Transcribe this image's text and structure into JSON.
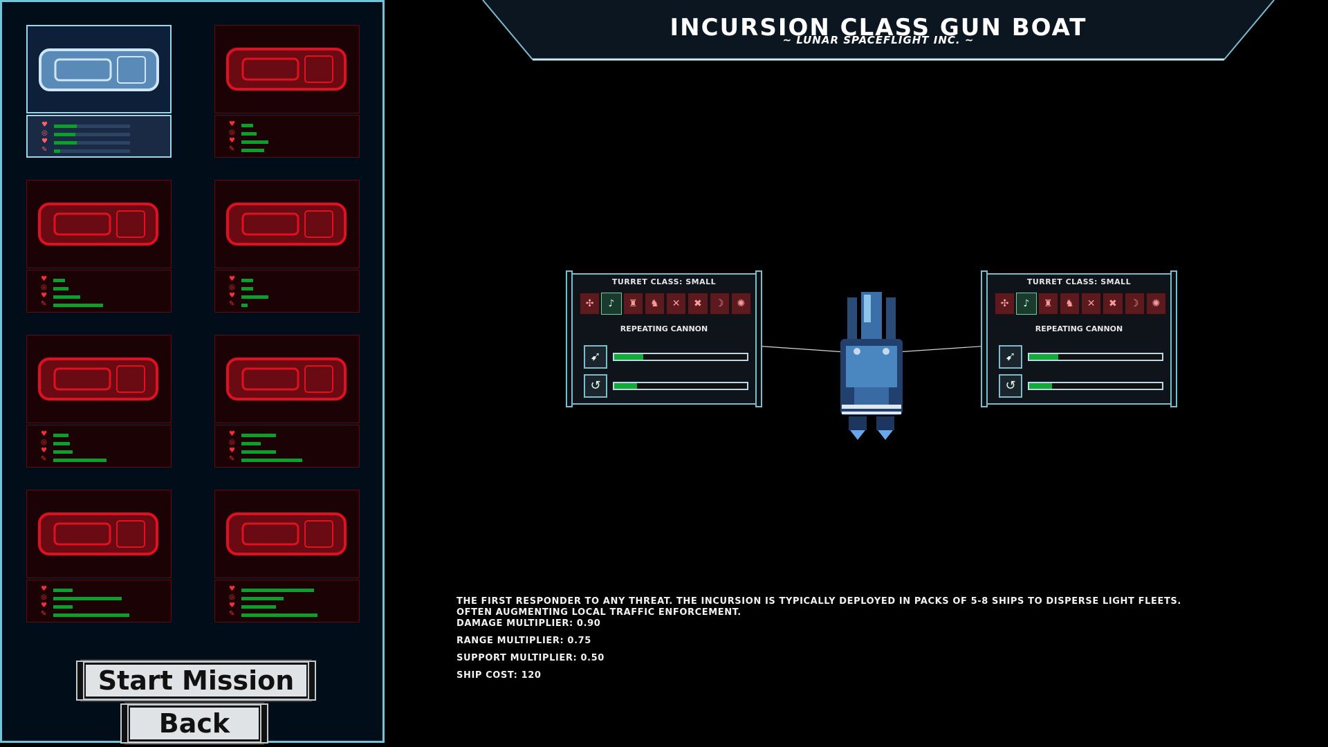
{
  "header": {
    "title": "INCURSION CLASS GUN BOAT",
    "subtitle": "~ LUNAR SPACEFLIGHT INC. ~"
  },
  "ships": [
    {
      "selected": true,
      "stats": [
        0.3,
        0.28,
        0.3,
        0.08
      ]
    },
    {
      "selected": false,
      "stats": [
        0.15,
        0.2,
        0.35,
        0.3
      ]
    },
    {
      "selected": false,
      "stats": [
        0.15,
        0.2,
        0.35,
        0.65
      ]
    },
    {
      "selected": false,
      "stats": [
        0.15,
        0.15,
        0.35,
        0.08
      ]
    },
    {
      "selected": false,
      "stats": [
        0.2,
        0.22,
        0.25,
        0.7
      ]
    },
    {
      "selected": false,
      "stats": [
        0.45,
        0.25,
        0.45,
        0.8
      ]
    },
    {
      "selected": false,
      "stats": [
        0.25,
        0.9,
        0.25,
        1.0
      ]
    },
    {
      "selected": false,
      "stats": [
        0.95,
        0.55,
        0.45,
        1.0
      ]
    }
  ],
  "buttons": {
    "start": "Start Mission",
    "back": "Back"
  },
  "turrets": [
    {
      "heading": "TURRET CLASS: SMALL",
      "weapon": "REPEATING CANNON",
      "slot_icons": [
        "✣",
        "♪",
        "♜",
        "♞",
        "✕",
        "✖",
        "☽",
        "✺"
      ],
      "active_slot": 1,
      "icons": [
        "arrow-icon",
        "cycle-icon"
      ],
      "bars": [
        0.22,
        0.17
      ]
    },
    {
      "heading": "TURRET CLASS: SMALL",
      "weapon": "REPEATING CANNON",
      "slot_icons": [
        "✣",
        "♪",
        "♜",
        "♞",
        "✕",
        "✖",
        "☽",
        "✺"
      ],
      "active_slot": 1,
      "icons": [
        "arrow-icon",
        "cycle-icon"
      ],
      "bars": [
        0.22,
        0.17
      ]
    }
  ],
  "description": {
    "line1": "THE FIRST RESPONDER TO ANY THREAT. THE INCURSION IS TYPICALLY DEPLOYED IN PACKS OF 5-8 SHIPS TO DISPERSE LIGHT FLEETS.",
    "line2": "OFTEN AUGMENTING LOCAL TRAFFIC ENFORCEMENT.",
    "damage": "DAMAGE MULTIPLIER: 0.90",
    "range": "RANGE MULTIPLIER: 0.75",
    "support": "SUPPORT MULTIPLIER: 0.50",
    "cost": "SHIP COST: 120"
  },
  "colors": {
    "accent": "#6fc6d8",
    "enemy_red": "#ff2a3a",
    "stat_green": "#0aa02a",
    "panel_bg": "#020d1a"
  }
}
